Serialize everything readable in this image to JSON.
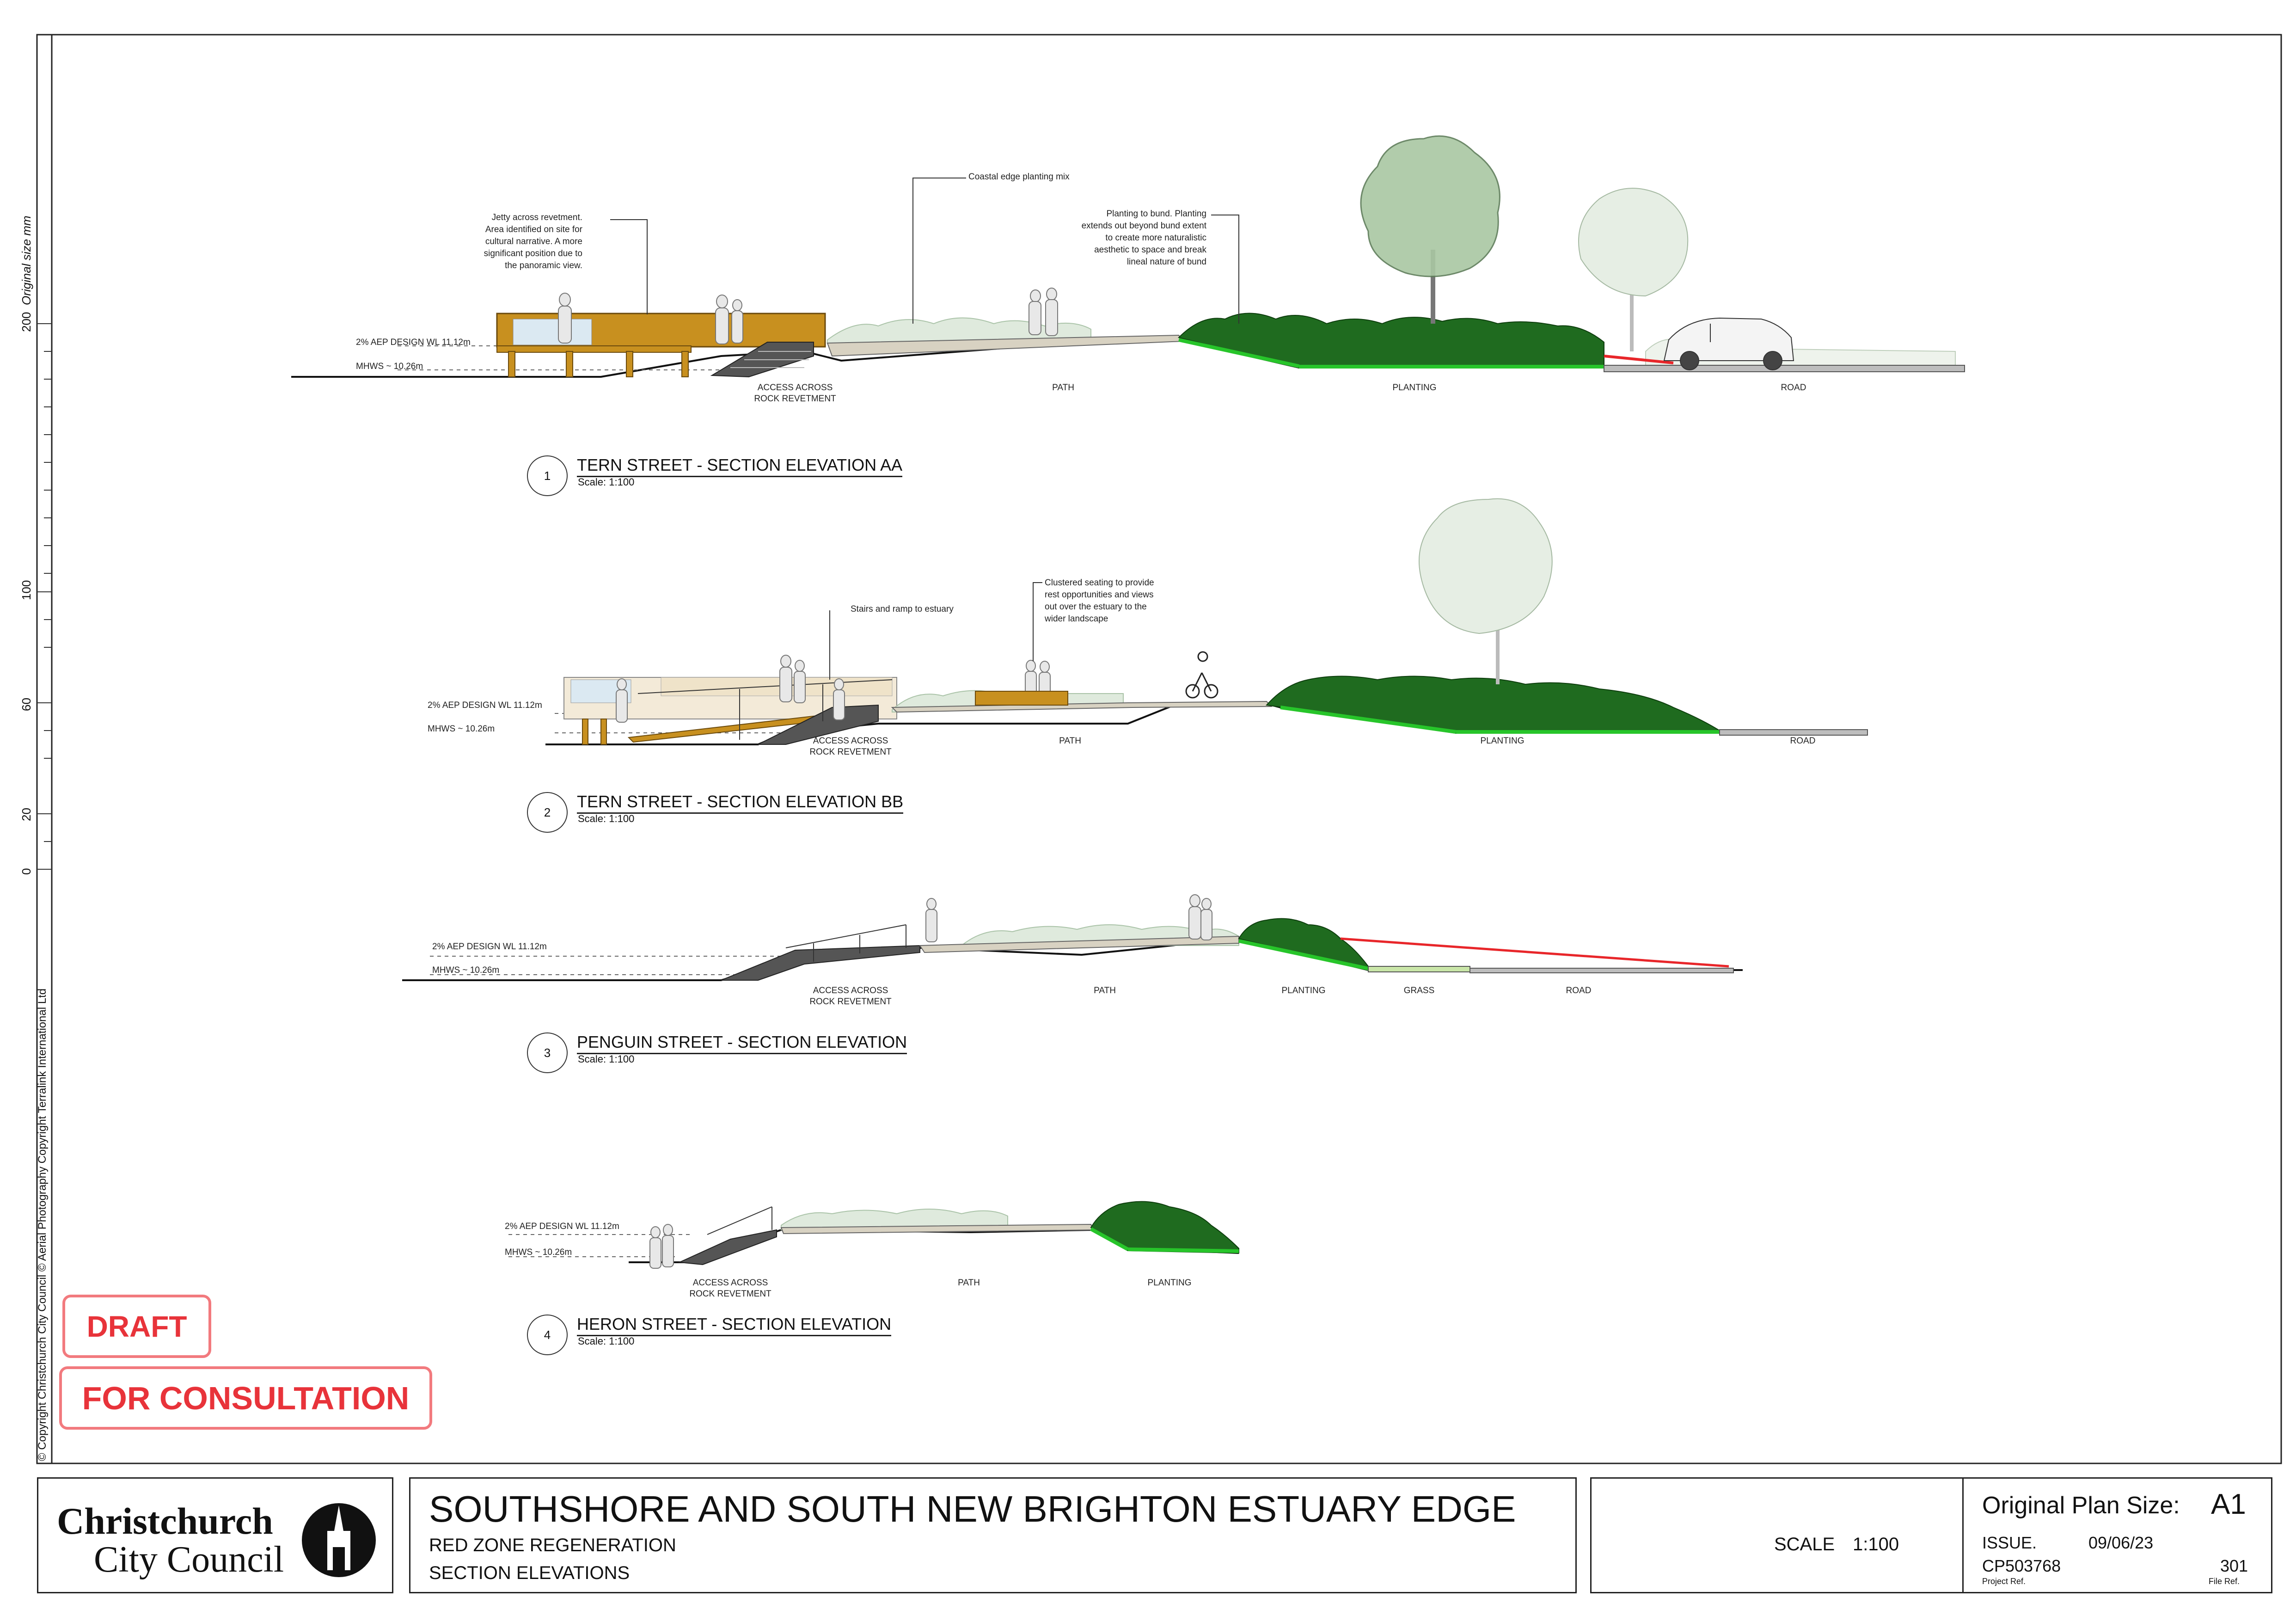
{
  "ruler": {
    "label": "Original size mm",
    "ticks": [
      "200",
      "100",
      "60",
      "20",
      "0"
    ]
  },
  "copyright": "© Copyright Christchurch City Council  © Aerial Photography Copyright Terralink International Ltd",
  "stamps": {
    "draft": "DRAFT",
    "consultation": "FOR CONSULTATION"
  },
  "sections": [
    {
      "number": "1",
      "title": "TERN STREET - SECTION ELEVATION AA",
      "scale": "Scale: 1:100",
      "levels": [
        "2% AEP DESIGN WL 11.12m",
        "MHWS ~ 10.26m"
      ],
      "zones": [
        "ACCESS ACROSS",
        "ROCK REVETMENT",
        "PATH",
        "PLANTING",
        "ROAD"
      ],
      "annotations": [
        "Jetty across revetment. Area identified on site for cultural narrative. A more significant position due to the panoramic view.",
        "Coastal edge planting mix",
        "Planting to bund. Planting extends out beyond bund extent to create more naturalistic aesthetic to space and break lineal nature of bund"
      ]
    },
    {
      "number": "2",
      "title": "TERN STREET - SECTION ELEVATION BB",
      "scale": "Scale: 1:100",
      "levels": [
        "2% AEP DESIGN WL 11.12m",
        "MHWS ~ 10.26m"
      ],
      "zones": [
        "ACCESS ACROSS",
        "ROCK REVETMENT",
        "PATH",
        "PLANTING",
        "ROAD"
      ],
      "annotations": [
        "Stairs and ramp to estuary",
        "Clustered seating to provide rest opportunities and views out over the estuary to the wider landscape"
      ]
    },
    {
      "number": "3",
      "title": "PENGUIN STREET - SECTION ELEVATION",
      "scale": "Scale: 1:100",
      "levels": [
        "2% AEP DESIGN WL 11.12m",
        "MHWS ~ 10.26m"
      ],
      "zones": [
        "ACCESS ACROSS",
        "ROCK REVETMENT",
        "PATH",
        "PLANTING",
        "GRASS",
        "ROAD"
      ]
    },
    {
      "number": "4",
      "title": "HERON STREET - SECTION ELEVATION",
      "scale": "Scale: 1:100",
      "levels": [
        "2% AEP DESIGN WL 11.12m",
        "MHWS ~ 10.26m"
      ],
      "zones": [
        "ACCESS ACROSS",
        "ROCK REVETMENT",
        "PATH",
        "PLANTING"
      ]
    }
  ],
  "titleblock": {
    "logo_line1": "Christchurch",
    "logo_line2": "City Council",
    "project": "SOUTHSHORE AND SOUTH NEW BRIGHTON ESTUARY EDGE",
    "subtitle1": "RED ZONE REGENERATION",
    "subtitle2": "SECTION ELEVATIONS",
    "scale_label": "SCALE",
    "scale_value": "1:100",
    "plan_size_label": "Original Plan Size:",
    "plan_size": "A1",
    "issue_label": "ISSUE.",
    "issue_date": "09/06/23",
    "project_ref": "CP503768",
    "project_ref_label": "Project Ref.",
    "file_ref": "301",
    "file_ref_label": "File Ref."
  },
  "colors": {
    "timber": "#c8901f",
    "path": "#d8d2c2",
    "planting": "#1f6b1f",
    "planting_light": "#bfd8bd",
    "grass": "#c9e6a8",
    "road": "#9a9a9a",
    "red_line": "#e8262a",
    "water": "#dbe9f2",
    "stamp": "#e8333a"
  }
}
